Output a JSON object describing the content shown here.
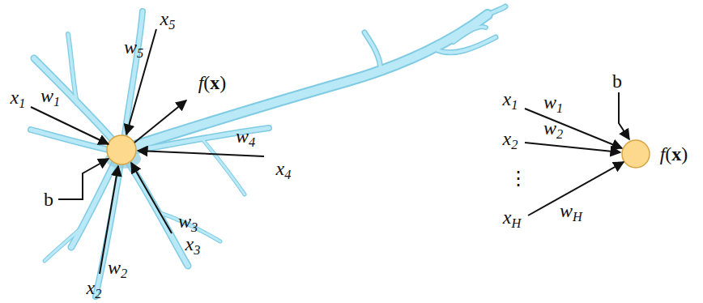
{
  "diagram": {
    "labels": [
      "x1",
      "w1",
      "x5",
      "w5",
      "f(x)",
      "b",
      "w4",
      "x4",
      "w3",
      "x3",
      "w2",
      "x2",
      "x1",
      "w1",
      "b",
      "f(x)",
      "x2",
      "w2",
      "⋮",
      "xH",
      "wH"
    ]
  }
}
